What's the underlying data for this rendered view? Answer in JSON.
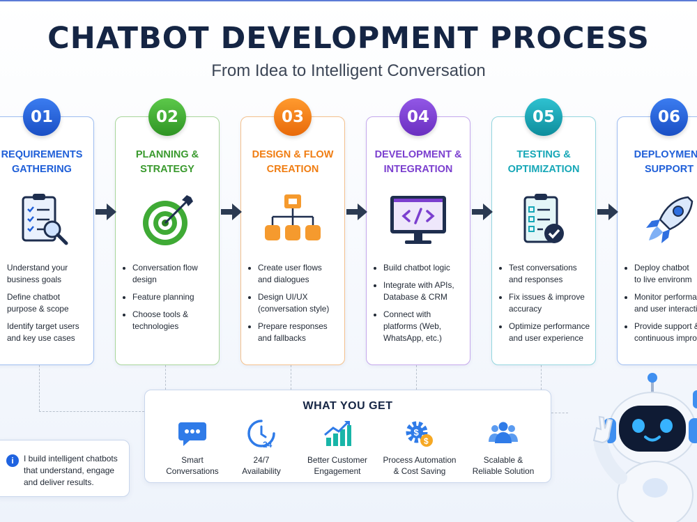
{
  "title": "CHATBOT DEVELOPMENT PROCESS",
  "subtitle": "From Idea to Intelligent Conversation",
  "colors": {
    "navy": "#152544",
    "stage1": "#1f5fd8",
    "stage2": "#3faa35",
    "stage3": "#f07d12",
    "stage4": "#7b3fcf",
    "stage5": "#16a7b7",
    "stage6": "#1f63e0"
  },
  "stages": [
    {
      "number": "01",
      "title": "REQUIREMENTS\nGATHERING",
      "icon": "checklist-magnifier-icon",
      "bullets": [
        "Understand your\nbusiness goals",
        "Define chatbot\npurpose & scope",
        "Identify target users\nand key use cases"
      ]
    },
    {
      "number": "02",
      "title": "PLANNING &\nSTRATEGY",
      "icon": "target-icon",
      "bullets": [
        "Conversation flow\ndesign",
        "Feature planning",
        "Choose tools &\ntechnologies"
      ]
    },
    {
      "number": "03",
      "title": "DESIGN & FLOW\nCREATION",
      "icon": "flowchart-icon",
      "bullets": [
        "Create user flows\nand dialogues",
        "Design UI/UX\n(conversation style)",
        "Prepare responses\nand fallbacks"
      ]
    },
    {
      "number": "04",
      "title": "DEVELOPMENT &\nINTEGRATION",
      "icon": "code-monitor-icon",
      "bullets": [
        "Build chatbot logic",
        "Integrate with APIs,\nDatabase & CRM",
        "Connect with\nplatforms (Web,\nWhatsApp, etc.)"
      ]
    },
    {
      "number": "05",
      "title": "TESTING &\nOPTIMIZATION",
      "icon": "clipboard-check-icon",
      "bullets": [
        "Test conversations\nand responses",
        "Fix issues & improve\naccuracy",
        "Optimize performance\nand user experience"
      ]
    },
    {
      "number": "06",
      "title": "DEPLOYMENT\nSUPPORT",
      "icon": "rocket-icon",
      "bullets": [
        "Deploy chatbot\nto live environm",
        "Monitor performa\nand user interactio",
        "Provide support &\ncontinuous improv"
      ]
    }
  ],
  "what_you_get": {
    "title": "WHAT YOU GET",
    "items": [
      {
        "icon": "chat-bubble-icon",
        "label": "Smart\nConversations"
      },
      {
        "icon": "clock-24-icon",
        "label": "24/7\nAvailability"
      },
      {
        "icon": "growth-chart-icon",
        "label": "Better Customer\nEngagement"
      },
      {
        "icon": "gear-dollar-icon",
        "label": "Process Automation\n& Cost Saving"
      },
      {
        "icon": "users-icon",
        "label": "Scalable &\nReliable Solution"
      }
    ]
  },
  "note": {
    "icon": "info-icon",
    "text": "I build intelligent chatbots that understand, engage and deliver results."
  },
  "mascot": "robot-mascot-waving"
}
